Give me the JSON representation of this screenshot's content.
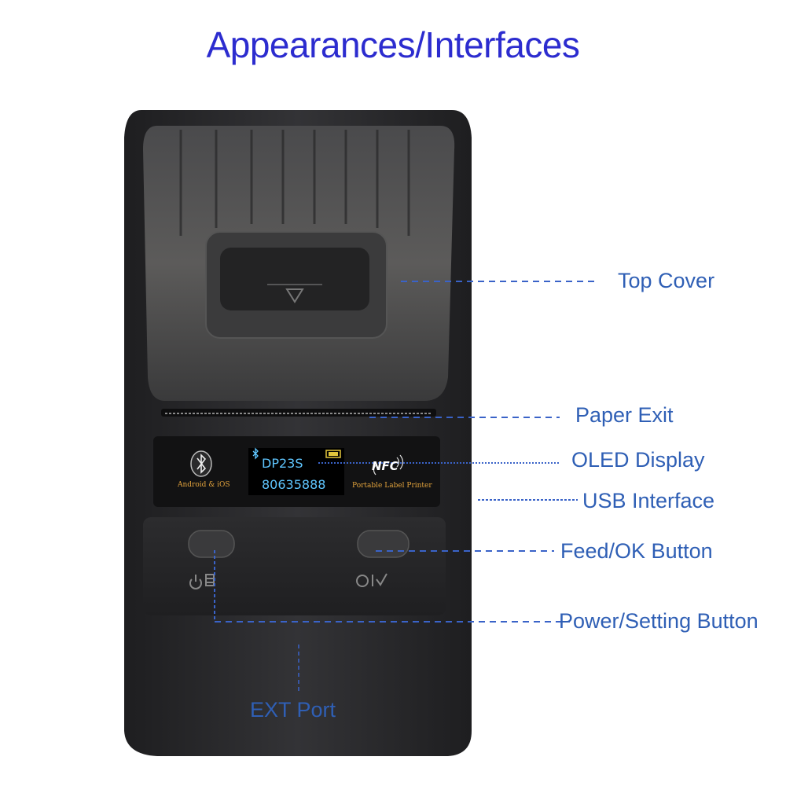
{
  "title": "Appearances/Interfaces",
  "device": {
    "oled_line1": "DP23S",
    "oled_line2": "80635888",
    "bluetooth_caption": "Android & iOS",
    "nfc_label": "NFC",
    "model_caption": "Portable Label Printer"
  },
  "callouts": {
    "top_cover": "Top Cover",
    "paper_exit": "Paper Exit",
    "oled_display": "OLED Display",
    "usb_interface": "USB Interface",
    "feed_ok_button": "Feed/OK Button",
    "power_setting_button": "Power/Setting Button",
    "ext_port": "EXT Port"
  },
  "colors": {
    "title": "#2c2ccf",
    "label": "#2f5fb5",
    "leader": "#3a63c8",
    "body": "#2b2b2d",
    "oled_text": "#5fc6ff"
  }
}
